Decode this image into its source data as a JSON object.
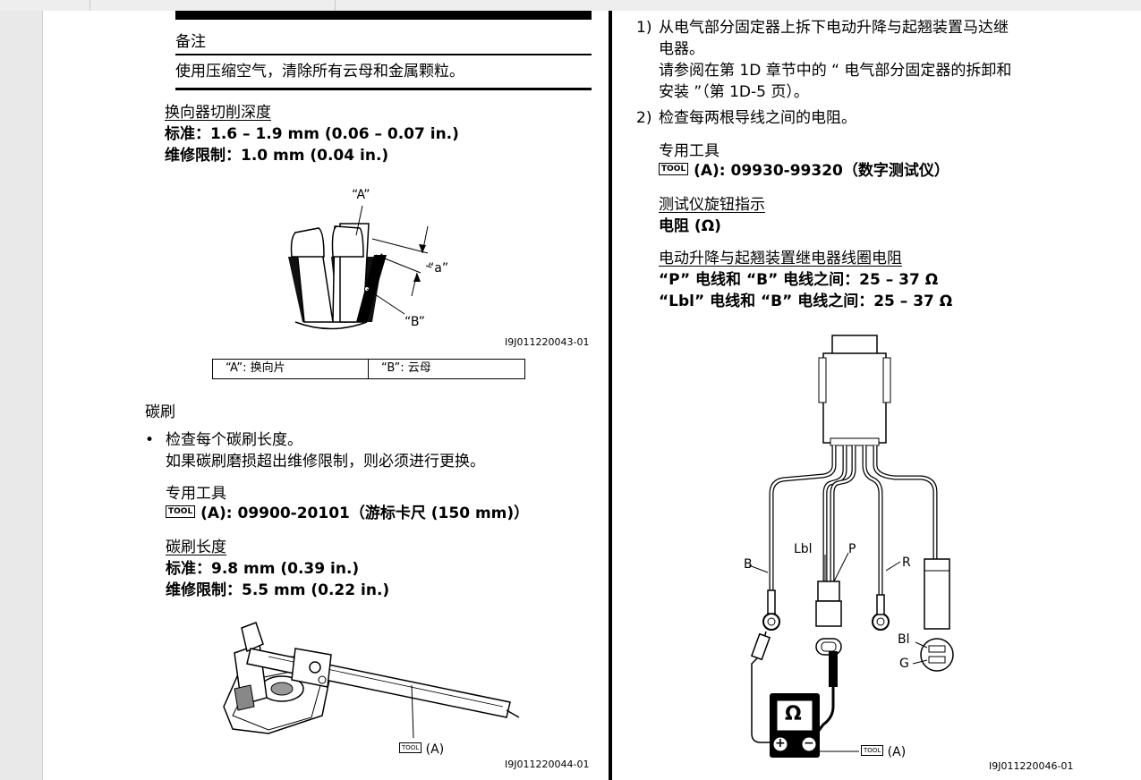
{
  "left": {
    "note_heading": "备注",
    "note_text": "使用压缩空气，清除所有云母和金属颗粒。",
    "undercut_title": "换向器切削深度",
    "undercut_std": "标准：1.6 – 1.9 mm (0.06 – 0.07 in.)",
    "undercut_limit": "维修限制：1.0 mm (0.04 in.)",
    "fig1": {
      "label_a": "“A”",
      "label_small_a": "“a”",
      "label_b": "“B”",
      "id": "I9J011220043-01"
    },
    "caption": {
      "a": "“A”:  换向片",
      "b": "“B”:  云母"
    },
    "brush_heading": "碳刷",
    "bullet": "•",
    "brush_line1": "检查每个碳刷长度。",
    "brush_line2": "如果碳刷磨损超出维修限制，则必须进行更换。",
    "special_tool_heading": "专用工具",
    "tool_badge": "TOOL",
    "tool_text": "(A):  09900-20101（游标卡尺 (150 mm)）",
    "brush_len_title": "碳刷长度",
    "brush_std": "标准：9.8 mm (0.39 in.)",
    "brush_limit": "维修限制：5.5 mm (0.22 in.)",
    "fig2": {
      "tool_label": "(A)",
      "id": "I9J011220044-01"
    }
  },
  "right": {
    "step1_num": "1)",
    "step1_line1": "从电气部分固定器上拆下电动升降与起翘装置马达继",
    "step1_line2": "电器。",
    "step1_line3": "请参阅在第 1D 章节中的 “ 电气部分固定器的拆卸和",
    "step1_line4": "安装 ”（第 1D-5 页）。",
    "step2_num": "2)",
    "step2_text": "检查每两根导线之间的电阻。",
    "special_tool_heading": "专用工具",
    "tool_badge": "TOOL",
    "tool_text": "(A):  09930-99320（数字测试仪）",
    "knob_title": "测试仪旋钮指示",
    "knob_value": "电阻 (Ω)",
    "relay_title": "电动升降与起翘装置继电器线圈电阻",
    "relay_p": "“P” 电线和 “B” 电线之间：25 – 37 Ω",
    "relay_lbl": "“Lbl” 电线和 “B” 电线之间：25 – 37 Ω",
    "fig3": {
      "B": "B",
      "Lbl": "Lbl",
      "P": "P",
      "R": "R",
      "Bl": "Bl",
      "G": "G",
      "ohm": "Ω",
      "plus": "+",
      "minus": "−",
      "tool_label": "(A)",
      "id": "I9J011220046-01"
    }
  }
}
